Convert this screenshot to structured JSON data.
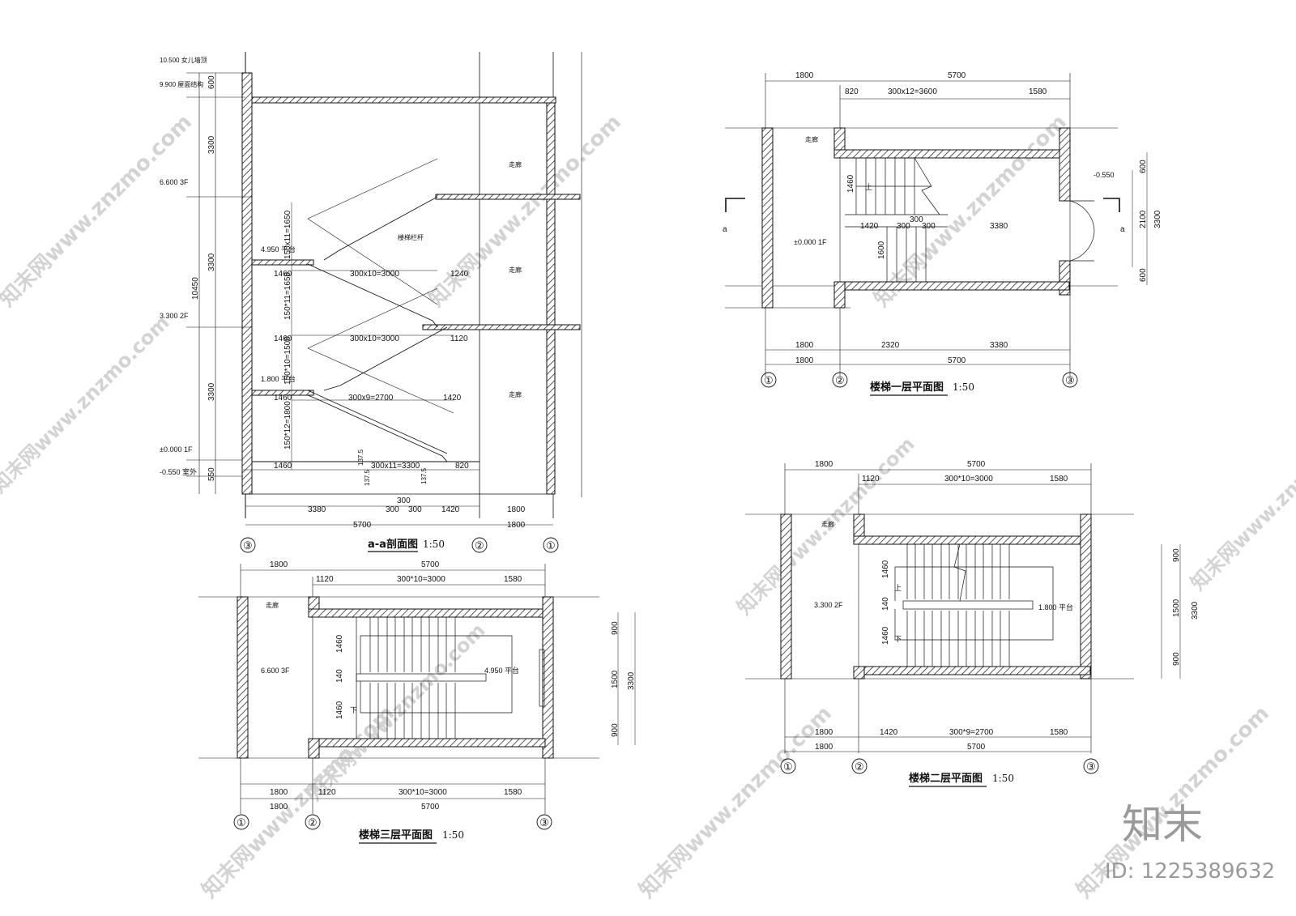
{
  "section": {
    "title": "a-a剖面图",
    "scale": "1:50",
    "levels": {
      "parapet": "10.500 女儿墙顶",
      "roof": "9.900 屋面结构",
      "f3": "6.600 3F",
      "landing2": "4.950 平台",
      "f2": "3.300 2F",
      "landing1": "1.800 平台",
      "f1": "±0.000 1F",
      "outdoor": "-0.550 室外"
    },
    "vert_dims": {
      "d600": "600",
      "d3300a": "3300",
      "d3300b": "3300",
      "d3300c": "3300",
      "d10450": "10450",
      "d550": "550"
    },
    "flight_dims": {
      "top_rise": "150x11=1650",
      "mid_rise": "150*11=1650",
      "mid_rise2": "150*10=1500",
      "low_rise": "150*12=1800",
      "run_3": "300x10=3000",
      "run_2": "300x10=3000",
      "run_1": "300x9=2700",
      "run_0": "300x11=3300",
      "land_3": "1460",
      "land_2": "1460",
      "land_1": "1460",
      "land_0": "1460",
      "side_3": "1240",
      "side_2": "1120",
      "side_1": "1420",
      "side_0": "820",
      "step_a": "137.5",
      "step_b": "137.5",
      "step_c": "137.5"
    },
    "rooms": [
      "走廊",
      "走廊",
      "走廊"
    ],
    "rail_label": "楼梯栏杆",
    "bottom_dims": {
      "d3380": "3380",
      "d300a": "300",
      "d300b": "300",
      "d300c": "300",
      "d1420": "1420",
      "d1800a": "1800",
      "d5700": "5700",
      "d1800b": "1800"
    },
    "axes": [
      "③",
      "②",
      "①"
    ]
  },
  "plan1": {
    "title": "楼梯一层平面图",
    "scale": "1:50",
    "top_dims": {
      "a": "1800",
      "b": "5700",
      "c": "820",
      "d": "300x12=3600",
      "e": "1580"
    },
    "room": "走廊",
    "level": "±0.000 1F",
    "outside": "-0.550",
    "section_mark": "a",
    "inner": {
      "d1460": "1460",
      "d1420": "1420",
      "d300a": "300",
      "d300b": "300",
      "d3380": "3380",
      "d1600": "1600",
      "up": "上"
    },
    "right_dims": {
      "a": "600",
      "b": "2100",
      "c": "600",
      "total": "3300"
    },
    "bottom_dims": {
      "a": "1800",
      "b": "2320",
      "c": "3380",
      "d": "1800",
      "e": "5700"
    },
    "axes": [
      "①",
      "②",
      "③"
    ]
  },
  "plan2": {
    "title": "楼梯二层平面图",
    "scale": "1:50",
    "top_dims": {
      "a": "1800",
      "b": "5700",
      "c": "1120",
      "d": "300*10=3000",
      "e": "1580"
    },
    "room": "走廊",
    "level": "3.300 2F",
    "landing": "1.800 平台",
    "inner": {
      "d1460a": "1460",
      "d140": "140",
      "d1460b": "1460",
      "up": "上",
      "down": "下"
    },
    "right_dims": {
      "a": "900",
      "b": "1500",
      "c": "900",
      "total": "3300"
    },
    "bottom_dims": {
      "a": "1800",
      "b": "1420",
      "c": "300*9=2700",
      "d": "1580",
      "e": "1800",
      "f": "5700"
    },
    "axes": [
      "①",
      "②",
      "③"
    ]
  },
  "plan3": {
    "title": "楼梯三层平面图",
    "scale": "1:50",
    "top_dims": {
      "a": "1800",
      "b": "5700",
      "c": "1120",
      "d": "300*10=3000",
      "e": "1580"
    },
    "room": "走廊",
    "level": "6.600 3F",
    "landing": "4.950 平台",
    "inner": {
      "d1460a": "1460",
      "d140": "140",
      "d1460b": "1460",
      "down": "下"
    },
    "right_dims": {
      "a": "900",
      "b": "1500",
      "c": "900",
      "total": "3300"
    },
    "bottom_dims": {
      "a": "1800",
      "b": "1120",
      "c": "300*10=3000",
      "d": "1580",
      "e": "1800",
      "f": "5700"
    },
    "axes": [
      "①",
      "②",
      "③"
    ]
  },
  "watermark": {
    "text": "知末网www.znzmo.com",
    "brand": "知末",
    "id": "ID: 1225389632"
  }
}
